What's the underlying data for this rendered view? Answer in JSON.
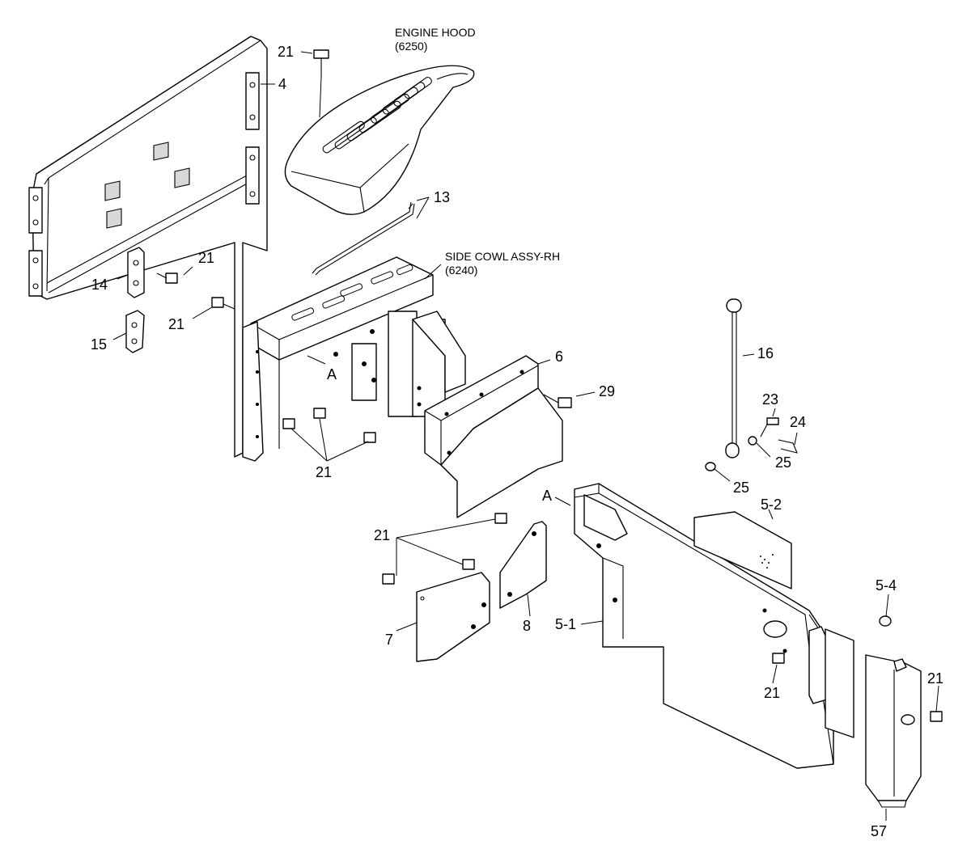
{
  "captions": {
    "engine_hood": "ENGINE HOOD",
    "engine_hood_ref": "(6250)",
    "side_cowl": "SIDE COWL ASSY-RH",
    "side_cowl_ref": "(6240)"
  },
  "callouts": {
    "c21a": "21",
    "c4": "4",
    "c13": "13",
    "c21b": "21",
    "c14": "14",
    "c21c": "21",
    "c15": "15",
    "cA1": "A",
    "c6": "6",
    "c29": "29",
    "c21d": "21",
    "c16": "16",
    "c23": "23",
    "c24": "24",
    "c25a": "25",
    "c25b": "25",
    "cA2": "A",
    "c52": "5-2",
    "c21e": "21",
    "c7": "7",
    "c8": "8",
    "c51": "5-1",
    "c54": "5-4",
    "c21f": "21",
    "c21g": "21",
    "c57": "57"
  }
}
